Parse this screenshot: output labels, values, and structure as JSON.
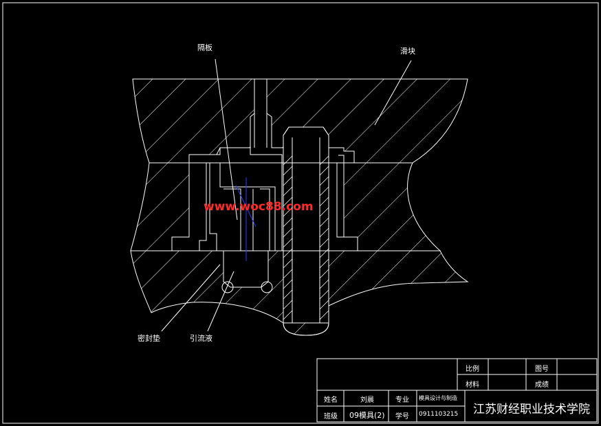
{
  "labels": {
    "partition": "隔板",
    "slider": "滑块",
    "seal": "密封垫",
    "flow_tube": "引流液"
  },
  "watermark": "www.woc88.com",
  "title_block": {
    "scale_label": "比例",
    "drawing_no_label": "图号",
    "material_label": "材料",
    "grade_label": "成绩",
    "name_label": "姓名",
    "name_value": "刘晨",
    "major_label": "专业",
    "major_value": "模具设计与制造",
    "class_label": "班级",
    "class_value": "09模具(2)",
    "student_no_label": "学号",
    "student_no_value": "0911103215",
    "school": "江苏财经职业技术学院"
  },
  "colors": {
    "background": "#000000",
    "line": "#ffffff",
    "center_line": "#2a3cff",
    "watermark": "#ff2a2a"
  }
}
